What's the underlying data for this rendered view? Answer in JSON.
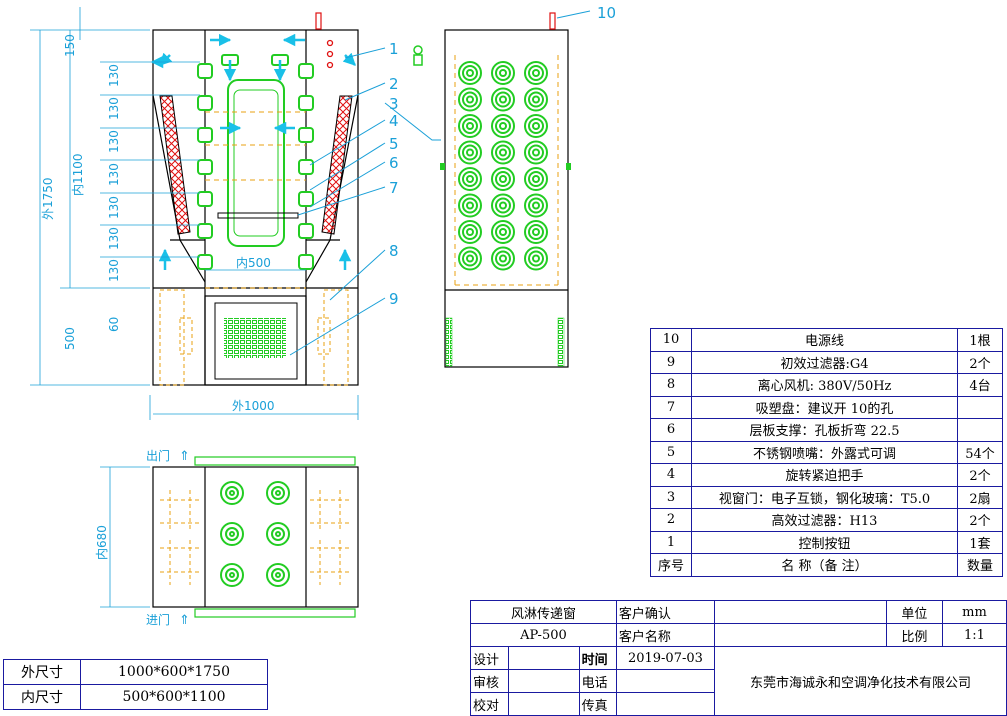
{
  "drawing": {
    "front_dims": {
      "outer_height": "外1750",
      "inner_height": "内1100",
      "base_height": "500",
      "seg_150": "150",
      "seg_130": "130",
      "seg_60": "60",
      "inner_width": "内500",
      "outer_width": "外1000"
    },
    "top_dims": {
      "inner_depth": "内680",
      "exit_door": "出门",
      "entry_door": "进门"
    },
    "leaders": [
      "1",
      "2",
      "3",
      "4",
      "5",
      "6",
      "7",
      "8",
      "9",
      "10"
    ],
    "colors": {
      "outline": "#000000",
      "nozzle": "#22cc22",
      "arrow": "#19c0e8",
      "filter": "#e01010",
      "dashed": "#e8a010",
      "dimension": "#1aa0d8",
      "table_border": "#1a1aa0"
    }
  },
  "bom": {
    "rows": [
      {
        "no": "10",
        "name": "电源线",
        "qty": "1根"
      },
      {
        "no": "9",
        "name": "初效过滤器:G4",
        "qty": "2个"
      },
      {
        "no": "8",
        "name": "离心风机: 380V/50Hz",
        "qty": "4台"
      },
      {
        "no": "7",
        "name": "吸塑盘：建议开  10的孔",
        "qty": ""
      },
      {
        "no": "6",
        "name": "层板支撑：孔板折弯  22.5",
        "qty": ""
      },
      {
        "no": "5",
        "name": "不锈钢喷嘴：外露式可调",
        "qty": "54个"
      },
      {
        "no": "4",
        "name": "旋转紧迫把手",
        "qty": "2个"
      },
      {
        "no": "3",
        "name": "视窗门：电子互锁，钢化玻璃：T5.0",
        "qty": "2扇"
      },
      {
        "no": "2",
        "name": "高效过滤器：H13",
        "qty": "2个"
      },
      {
        "no": "1",
        "name": "控制按钮",
        "qty": "1套"
      }
    ],
    "header": {
      "no": "序号",
      "name": "名 称（备 注）",
      "qty": "数量"
    }
  },
  "title_block": {
    "product": "风淋传递窗",
    "model": "AP-500",
    "customer_confirm": "客户确认",
    "customer_name": "客户名称",
    "unit_label": "单位",
    "unit_value": "mm",
    "scale_label": "比例",
    "scale_value": "1:1",
    "design": "设计",
    "time_label": "时间",
    "time_value": "2019-07-03",
    "review": "审核",
    "phone": "电话",
    "proof": "校对",
    "fax": "传真",
    "company": "东莞市海诚永和空调净化技术有限公司"
  },
  "sizes": {
    "outer_label": "外尺寸",
    "outer_value": "1000*600*1750",
    "inner_label": "内尺寸",
    "inner_value": "500*600*1100"
  }
}
